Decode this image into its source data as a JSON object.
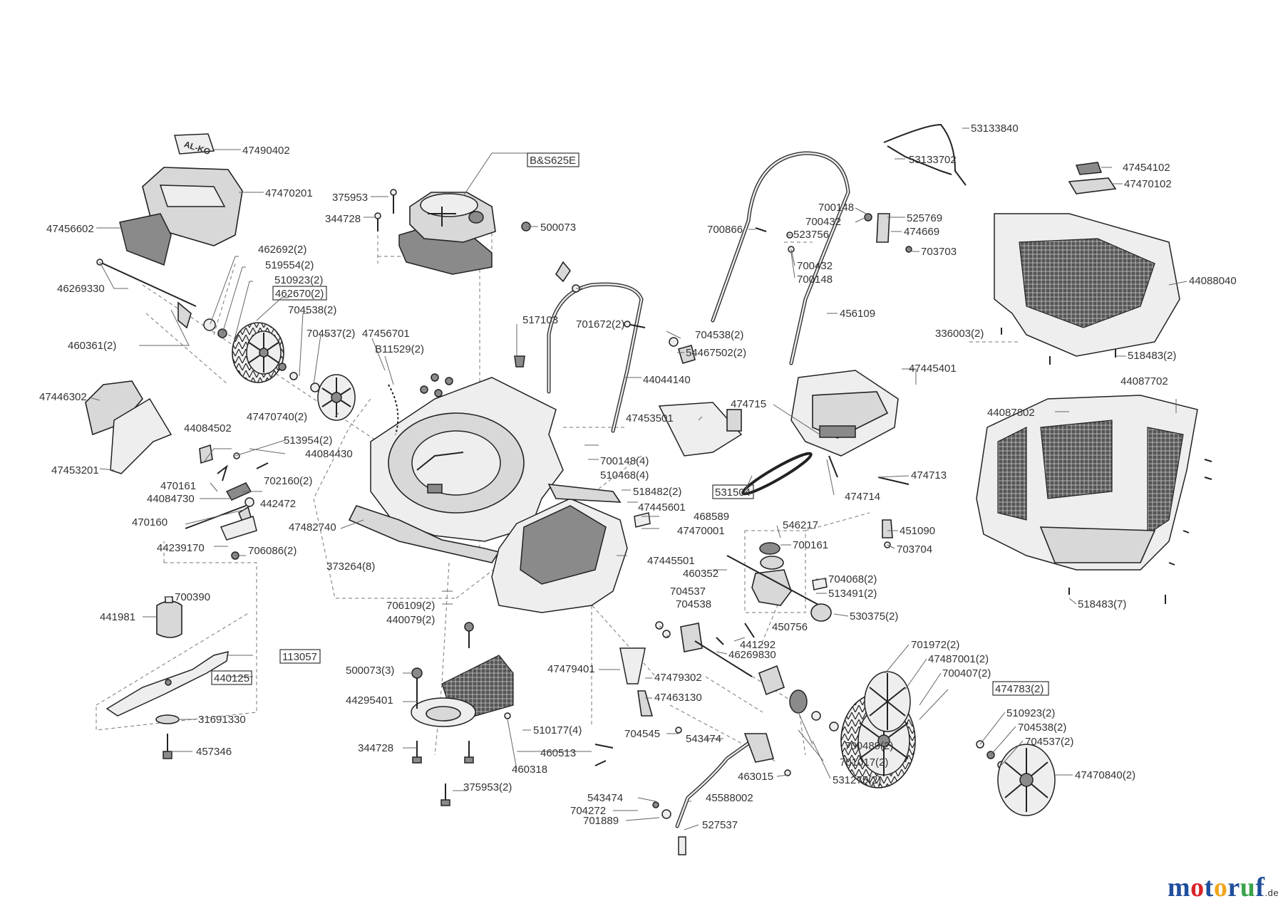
{
  "diagram": {
    "brand_logo_text": "AL-KO",
    "labels": [
      {
        "id": "l01",
        "text": "47490402"
      },
      {
        "id": "l02",
        "text": "47470201"
      },
      {
        "id": "l03",
        "text": "47456602"
      },
      {
        "id": "l04",
        "text": "462692(2)"
      },
      {
        "id": "l05",
        "text": "519554(2)"
      },
      {
        "id": "l06",
        "text": "510923(2)"
      },
      {
        "id": "l07",
        "text": "46269330"
      },
      {
        "id": "l08",
        "text": "462670(2)",
        "boxed": true
      },
      {
        "id": "l09",
        "text": "704538(2)"
      },
      {
        "id": "l10",
        "text": "704537(2)"
      },
      {
        "id": "l11",
        "text": "460361(2)"
      },
      {
        "id": "l12",
        "text": "47456701"
      },
      {
        "id": "l13",
        "text": "B11529(2)"
      },
      {
        "id": "l14",
        "text": "47470740(2)"
      },
      {
        "id": "l15",
        "text": "47446302"
      },
      {
        "id": "l16",
        "text": "44084502"
      },
      {
        "id": "l17",
        "text": "513954(2)"
      },
      {
        "id": "l18",
        "text": "44084430"
      },
      {
        "id": "l19",
        "text": "47453201"
      },
      {
        "id": "l20",
        "text": "470161"
      },
      {
        "id": "l21",
        "text": "702160(2)"
      },
      {
        "id": "l22",
        "text": "44084730"
      },
      {
        "id": "l23",
        "text": "442472"
      },
      {
        "id": "l24",
        "text": "470160"
      },
      {
        "id": "l25",
        "text": "47482740"
      },
      {
        "id": "l26",
        "text": "44239170"
      },
      {
        "id": "l27",
        "text": "706086(2)"
      },
      {
        "id": "l28",
        "text": "373264(8)"
      },
      {
        "id": "l29",
        "text": "700390"
      },
      {
        "id": "l30",
        "text": "441981"
      },
      {
        "id": "l31",
        "text": "113057",
        "boxed": true
      },
      {
        "id": "l32",
        "text": "440125",
        "boxed": true
      },
      {
        "id": "l33",
        "text": "31691330"
      },
      {
        "id": "l34",
        "text": "457346"
      },
      {
        "id": "l35",
        "text": "B&S625E",
        "boxed": true
      },
      {
        "id": "l36",
        "text": "375953"
      },
      {
        "id": "l37",
        "text": "344728"
      },
      {
        "id": "l38",
        "text": "500073"
      },
      {
        "id": "l39",
        "text": "517103"
      },
      {
        "id": "l40",
        "text": "701672(2)"
      },
      {
        "id": "l41",
        "text": "704538(2)"
      },
      {
        "id": "l42",
        "text": "54467502(2)"
      },
      {
        "id": "l43",
        "text": "44044140"
      },
      {
        "id": "l44",
        "text": "47453501"
      },
      {
        "id": "l45",
        "text": "700148(4)"
      },
      {
        "id": "l46",
        "text": "510468(4)"
      },
      {
        "id": "l47",
        "text": "518482(2)"
      },
      {
        "id": "l48",
        "text": "47445601"
      },
      {
        "id": "l49",
        "text": "468589"
      },
      {
        "id": "l50",
        "text": "47470001"
      },
      {
        "id": "l51",
        "text": "47445501"
      },
      {
        "id": "l52",
        "text": "706109(2)"
      },
      {
        "id": "l53",
        "text": "440079(2)"
      },
      {
        "id": "l54",
        "text": "500073(3)"
      },
      {
        "id": "l55",
        "text": "44295401"
      },
      {
        "id": "l56",
        "text": "344728"
      },
      {
        "id": "l57",
        "text": "375953(2)"
      },
      {
        "id": "l58",
        "text": "47479401"
      },
      {
        "id": "l59",
        "text": "47479302"
      },
      {
        "id": "l60",
        "text": "47463130"
      },
      {
        "id": "l61",
        "text": "510177(4)"
      },
      {
        "id": "l62",
        "text": "460513"
      },
      {
        "id": "l63",
        "text": "460318"
      },
      {
        "id": "l64",
        "text": "704545"
      },
      {
        "id": "l65",
        "text": "543474"
      },
      {
        "id": "l66",
        "text": "543474"
      },
      {
        "id": "l67",
        "text": "704272"
      },
      {
        "id": "l68",
        "text": "701889"
      },
      {
        "id": "l69",
        "text": "45588002"
      },
      {
        "id": "l70",
        "text": "527537"
      },
      {
        "id": "l71",
        "text": "463015"
      },
      {
        "id": "l72",
        "text": "53133840"
      },
      {
        "id": "l73",
        "text": "53133702"
      },
      {
        "id": "l74",
        "text": "700148"
      },
      {
        "id": "l75",
        "text": "700432"
      },
      {
        "id": "l76",
        "text": "525769"
      },
      {
        "id": "l77",
        "text": "700866"
      },
      {
        "id": "l78",
        "text": "523756"
      },
      {
        "id": "l79",
        "text": "474669"
      },
      {
        "id": "l80",
        "text": "703703"
      },
      {
        "id": "l81",
        "text": "700432"
      },
      {
        "id": "l82",
        "text": "700148"
      },
      {
        "id": "l83",
        "text": "456109"
      },
      {
        "id": "l84",
        "text": "47445401"
      },
      {
        "id": "l85",
        "text": "474715"
      },
      {
        "id": "l86",
        "text": "531504",
        "boxed": true
      },
      {
        "id": "l87",
        "text": "474713"
      },
      {
        "id": "l88",
        "text": "474714"
      },
      {
        "id": "l89",
        "text": "546217"
      },
      {
        "id": "l90",
        "text": "700161"
      },
      {
        "id": "l91",
        "text": "451090"
      },
      {
        "id": "l92",
        "text": "703704"
      },
      {
        "id": "l93",
        "text": "460352"
      },
      {
        "id": "l94",
        "text": "704068(2)"
      },
      {
        "id": "l95",
        "text": "513491(2)"
      },
      {
        "id": "l96",
        "text": "704537"
      },
      {
        "id": "l97",
        "text": "704538"
      },
      {
        "id": "l98",
        "text": "450756"
      },
      {
        "id": "l99",
        "text": "530375(2)"
      },
      {
        "id": "l100",
        "text": "441292"
      },
      {
        "id": "l101",
        "text": "46269830"
      },
      {
        "id": "l102",
        "text": "701972(2)"
      },
      {
        "id": "l103",
        "text": "47487001(2)"
      },
      {
        "id": "l104",
        "text": "700407(2)"
      },
      {
        "id": "l105",
        "text": "474783(2)",
        "boxed": true
      },
      {
        "id": "l106",
        "text": "510923(2)"
      },
      {
        "id": "l107",
        "text": "704538(2)"
      },
      {
        "id": "l108",
        "text": "704537(2)"
      },
      {
        "id": "l109",
        "text": "700489(2)"
      },
      {
        "id": "l110",
        "text": "701017(2)"
      },
      {
        "id": "l111",
        "text": "531275(2)"
      },
      {
        "id": "l112",
        "text": "47470840(2)"
      },
      {
        "id": "l113",
        "text": "47454102"
      },
      {
        "id": "l114",
        "text": "47470102"
      },
      {
        "id": "l115",
        "text": "44088040"
      },
      {
        "id": "l116",
        "text": "336003(2)"
      },
      {
        "id": "l117",
        "text": "518483(2)"
      },
      {
        "id": "l118",
        "text": "44087802"
      },
      {
        "id": "l119",
        "text": "44087702"
      },
      {
        "id": "l120",
        "text": "518483(7)"
      }
    ]
  },
  "watermark": {
    "letters": [
      {
        "ch": "m",
        "color": "#1f4e9c"
      },
      {
        "ch": "o",
        "color": "#d9242a"
      },
      {
        "ch": "t",
        "color": "#1f4e9c"
      },
      {
        "ch": "o",
        "color": "#f2a51a"
      },
      {
        "ch": "r",
        "color": "#1f4e9c"
      },
      {
        "ch": "u",
        "color": "#3aa34a"
      },
      {
        "ch": "f",
        "color": "#1f4e9c"
      }
    ],
    "tld": ".de"
  }
}
